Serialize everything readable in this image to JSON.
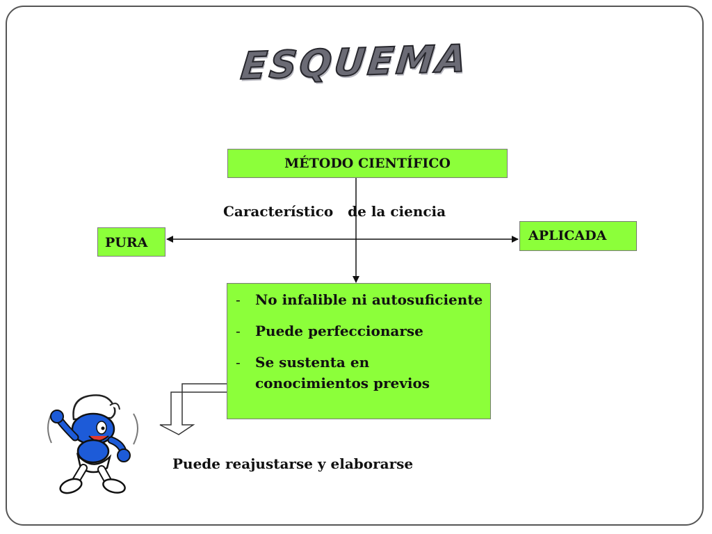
{
  "title": "ESQUEMA",
  "nodes": {
    "metodo": "MÉTODO CIENTÍFICO",
    "pura": "PURA",
    "aplicada": "APLICADA"
  },
  "caption_caracteristico": "Característico   de la ciencia",
  "features": [
    {
      "dash": "-",
      "text": "No infalible ni autosuficiente"
    },
    {
      "dash": "-",
      "text": "Puede perfeccionarse"
    },
    {
      "dash": "-",
      "text": "Se sustenta en conocimientos previos"
    }
  ],
  "caption_reajustarse": "Puede reajustarse y elaborarse",
  "colors": {
    "box_fill": "#8cff3a",
    "frame_border": "#555555",
    "text": "#111111",
    "smurf_blue": "#1d5bd8"
  },
  "icons": {
    "smurf": "smurf-cartoon-icon"
  }
}
